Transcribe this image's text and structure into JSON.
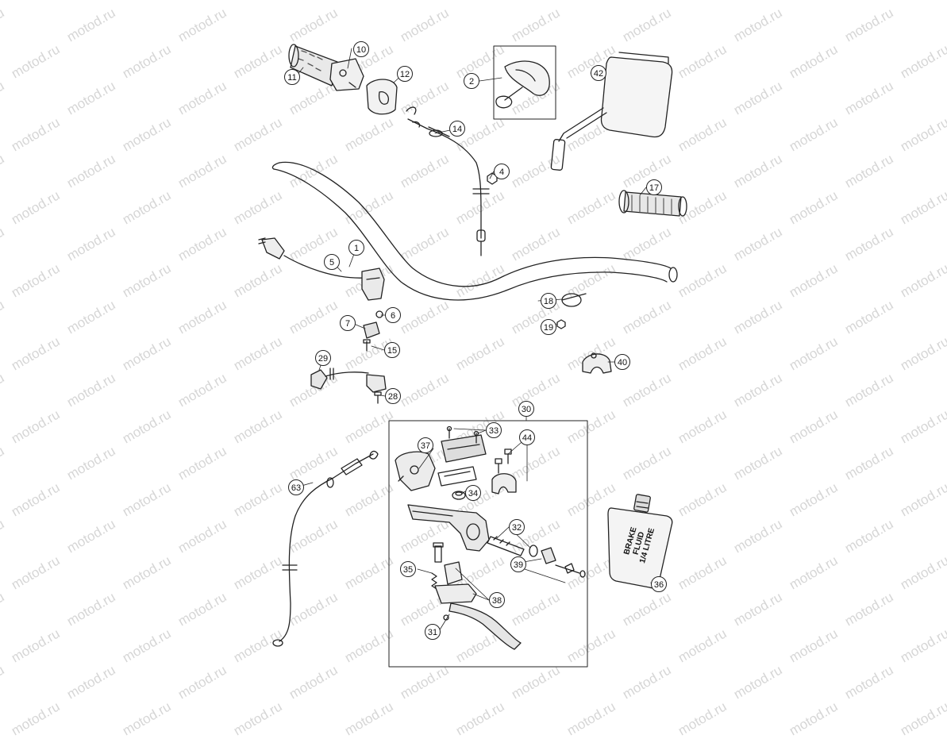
{
  "watermark": "motod.ru",
  "brake_fluid_label": [
    "BRAKE",
    "FLUID",
    "1/4 LITRE"
  ],
  "callouts": [
    {
      "id": "c1",
      "label": "1"
    },
    {
      "id": "c2",
      "label": "2"
    },
    {
      "id": "c4",
      "label": "4"
    },
    {
      "id": "c5",
      "label": "5"
    },
    {
      "id": "c6",
      "label": "6"
    },
    {
      "id": "c7",
      "label": "7"
    },
    {
      "id": "c10",
      "label": "10"
    },
    {
      "id": "c11",
      "label": "11"
    },
    {
      "id": "c12",
      "label": "12"
    },
    {
      "id": "c14",
      "label": "14"
    },
    {
      "id": "c15",
      "label": "15"
    },
    {
      "id": "c17",
      "label": "17"
    },
    {
      "id": "c18",
      "label": "18"
    },
    {
      "id": "c19",
      "label": "19"
    },
    {
      "id": "c28",
      "label": "28"
    },
    {
      "id": "c29",
      "label": "29"
    },
    {
      "id": "c30",
      "label": "30"
    },
    {
      "id": "c31",
      "label": "31"
    },
    {
      "id": "c32",
      "label": "32"
    },
    {
      "id": "c33",
      "label": "33"
    },
    {
      "id": "c34",
      "label": "34"
    },
    {
      "id": "c35",
      "label": "35"
    },
    {
      "id": "c36",
      "label": "36"
    },
    {
      "id": "c37",
      "label": "37"
    },
    {
      "id": "c38",
      "label": "38"
    },
    {
      "id": "c39",
      "label": "39"
    },
    {
      "id": "c40",
      "label": "40"
    },
    {
      "id": "c42",
      "label": "42"
    },
    {
      "id": "c44",
      "label": "44"
    },
    {
      "id": "c63",
      "label": "63"
    }
  ]
}
